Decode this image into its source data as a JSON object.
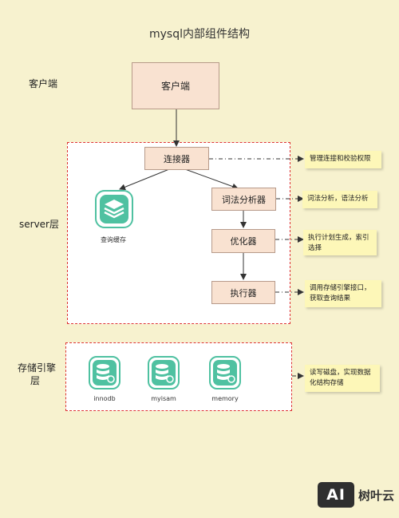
{
  "title": "mysql内部组件结构",
  "layers": {
    "client": "客户端",
    "server": "server层",
    "storage_line1": "存储引擎",
    "storage_line2": "层"
  },
  "nodes": {
    "client": "客户端",
    "connector": "连接器",
    "lexer": "词法分析器",
    "optimizer": "优化器",
    "executor": "执行器",
    "cache": "查询缓存"
  },
  "engines": [
    "innodb",
    "myisam",
    "memory"
  ],
  "notes": {
    "connector": "管理连接和校验权限",
    "lexer": "词法分析，语法分析",
    "optimizer": "执行计划生成，索引选择",
    "executor": "调用存储引擎接口，获取查询结果",
    "engines": "读写磁盘，实现数据化结构存储"
  },
  "watermark": {
    "logo": "AI",
    "text": "树叶云"
  },
  "colors": {
    "background": "#f7f2cf",
    "node_fill": "#f9e2d1",
    "zone_border": "#dd3333",
    "note_fill": "#fdf7b8",
    "icon_green": "#4fc1a1"
  }
}
